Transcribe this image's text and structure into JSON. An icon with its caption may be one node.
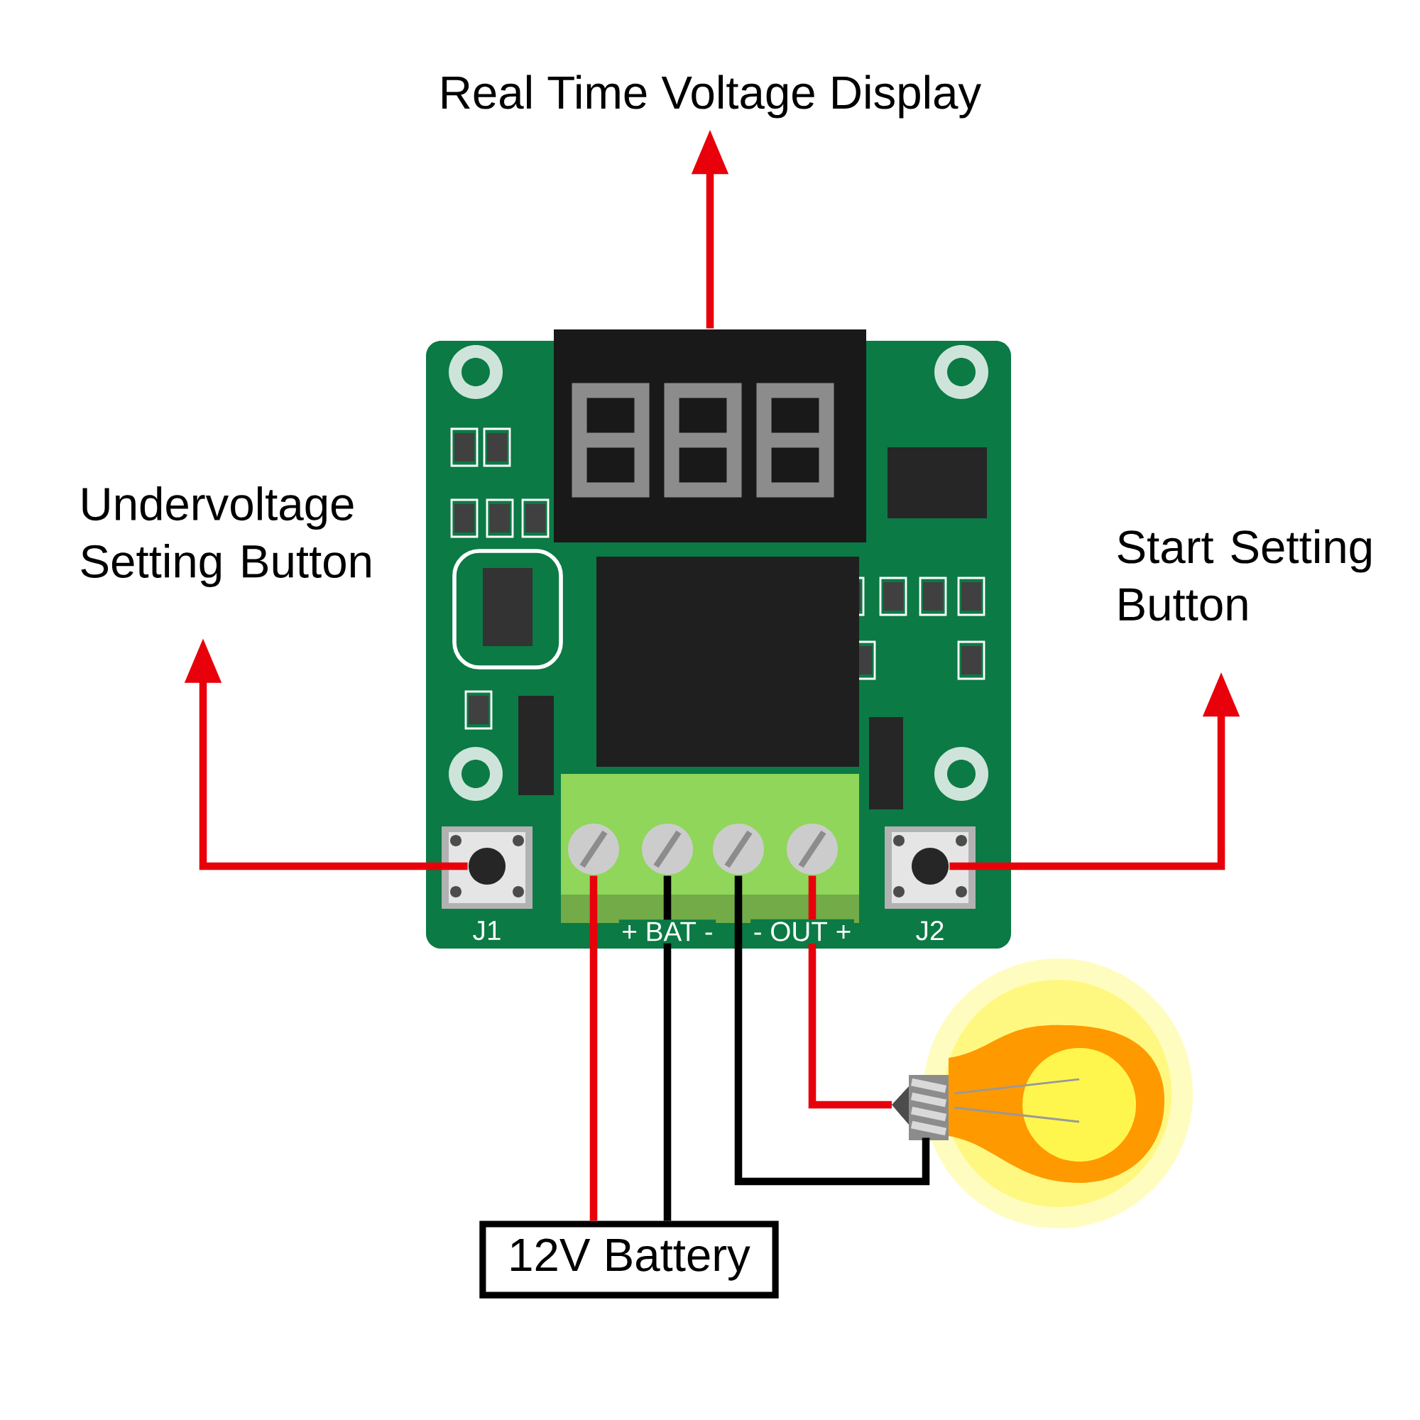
{
  "diagram": {
    "nodes": [
      {
        "text": [
          "Real Time Voltage Display"
        ]
      },
      {
        "text": [
          "Undervoltage Setting Button"
        ]
      },
      {
        "text": [
          "Start Setting Button"
        ]
      },
      {
        "text": [
          "12V Battery"
        ]
      },
      {
        "text": [],
        "shape": "picture"
      },
      {
        "text": [],
        "shape": "picture",
        "beside": [
          "J1"
        ]
      },
      {
        "text": [],
        "shape": "picture",
        "beside": [
          "J2"
        ]
      },
      {
        "text": [],
        "shape": "circle"
      },
      {
        "text": [],
        "shape": "circle"
      },
      {
        "text": [],
        "shape": "circle"
      },
      {
        "text": [],
        "shape": "circle"
      },
      {
        "text": [],
        "shape": "picture"
      }
    ],
    "edges": [
      {
        "from": 4,
        "to": 0,
        "arrow": "to"
      },
      {
        "from": 5,
        "to": 1,
        "arrow": "to"
      },
      {
        "from": 6,
        "to": 2,
        "arrow": "to"
      },
      {
        "from": 7,
        "to": 3,
        "arrow": "none"
      },
      {
        "from": 8,
        "to": 3,
        "arrow": "none",
        "color": "#000000"
      },
      {
        "from": 9,
        "to": 11,
        "arrow": "none",
        "color": "#000000"
      },
      {
        "from": 10,
        "to": 11,
        "arrow": "none"
      }
    ],
    "labels": [
      "+ BAT -",
      "- OUT +"
    ]
  }
}
